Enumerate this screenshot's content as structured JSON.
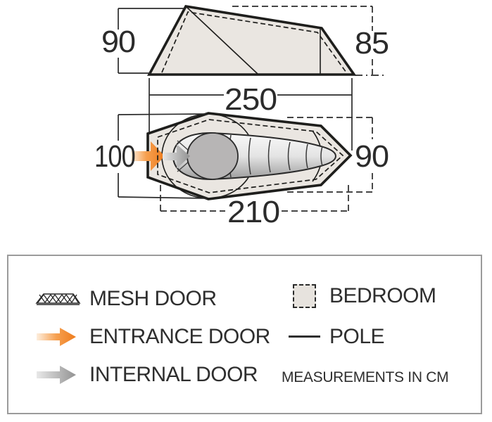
{
  "diagram": {
    "units_note": "MEASUREMENTS IN CM",
    "side_view": {
      "height_front_label": "90",
      "height_rear_label": "85"
    },
    "plan_view": {
      "length_label": "250",
      "inner_length_label": "210",
      "width_front_label": "100",
      "width_rear_label": "90"
    },
    "measurements_cm": {
      "length": 250,
      "inner_length": 210,
      "height_front": 90,
      "height_rear": 85,
      "width_front": 100,
      "width_rear": 90
    },
    "colors": {
      "tent_fill": "#eae6e1",
      "outline": "#1e1e1c",
      "entrance_orange": "#ef7d1a",
      "internal_gray": "#979797",
      "bedroom_fill": "#e7e3de"
    }
  },
  "legend": {
    "mesh_door": {
      "icon": "mesh-door-icon",
      "label": "MESH DOOR"
    },
    "entrance_door": {
      "icon": "entrance-door-icon",
      "label": "ENTRANCE DOOR"
    },
    "internal_door": {
      "icon": "internal-door-icon",
      "label": "INTERNAL DOOR"
    },
    "bedroom": {
      "icon": "bedroom-icon",
      "label": "BEDROOM"
    },
    "pole": {
      "icon": "pole-icon",
      "label": "POLE"
    },
    "note": "MEASUREMENTS IN CM"
  }
}
